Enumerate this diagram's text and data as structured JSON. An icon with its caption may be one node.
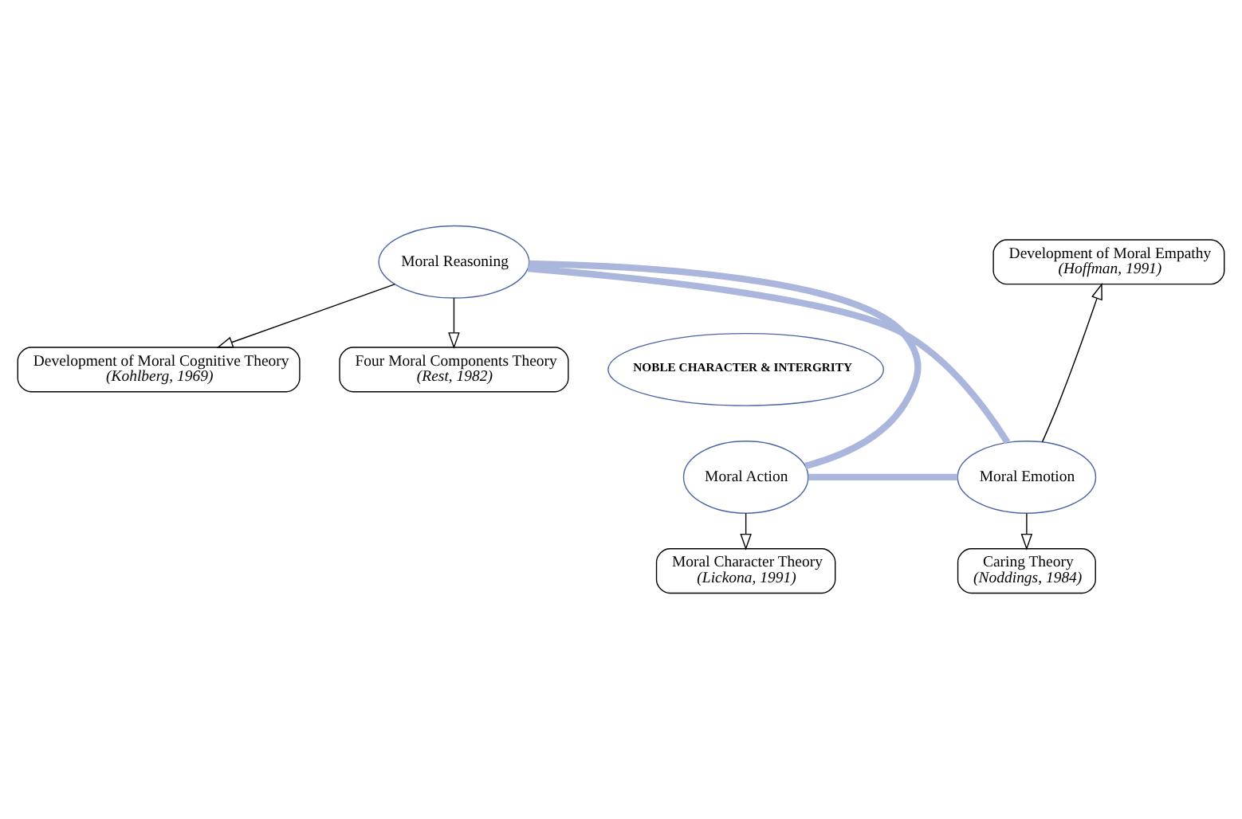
{
  "diagram": {
    "nodes": [
      {
        "text": [
          "Development of Moral Cognitive Theory",
          "(Kohlberg, 1969)"
        ]
      },
      {
        "text": [
          "Four Moral Components Theory",
          "(Rest, 1982)"
        ]
      },
      {
        "text": [
          "Moral Reasoning"
        ]
      },
      {
        "text": [
          "Development of Moral Empathy",
          "(Hoffman, 1991)"
        ]
      },
      {
        "text": [
          "NOBLE CHARACTER & INTERGRITY"
        ]
      },
      {
        "text": [
          "Moral Emotion"
        ]
      },
      {
        "text": [
          "Moral Action"
        ]
      },
      {
        "text": [
          "Caring Theory",
          "(Noddings, 1984)"
        ]
      },
      {
        "text": [
          "Moral Character Theory",
          "(Lickona, 1991)"
        ]
      }
    ],
    "edges": [
      {
        "from": 2,
        "to": 0,
        "arrow": "to"
      },
      {
        "from": 2,
        "to": 1,
        "arrow": "to"
      },
      {
        "from": 5,
        "to": 3,
        "arrow": "to"
      },
      {
        "from": 5,
        "to": 7,
        "arrow": "to"
      },
      {
        "from": 6,
        "to": 8,
        "arrow": "to"
      },
      {
        "from": 2,
        "to": 5,
        "arrow": "none",
        "style": "thick",
        "color": "#aab6dc"
      },
      {
        "from": 5,
        "to": 6,
        "arrow": "none",
        "style": "thick",
        "color": "#aab6dc"
      },
      {
        "from": 6,
        "to": 2,
        "arrow": "none",
        "style": "thick",
        "color": "#aab6dc"
      }
    ]
  }
}
